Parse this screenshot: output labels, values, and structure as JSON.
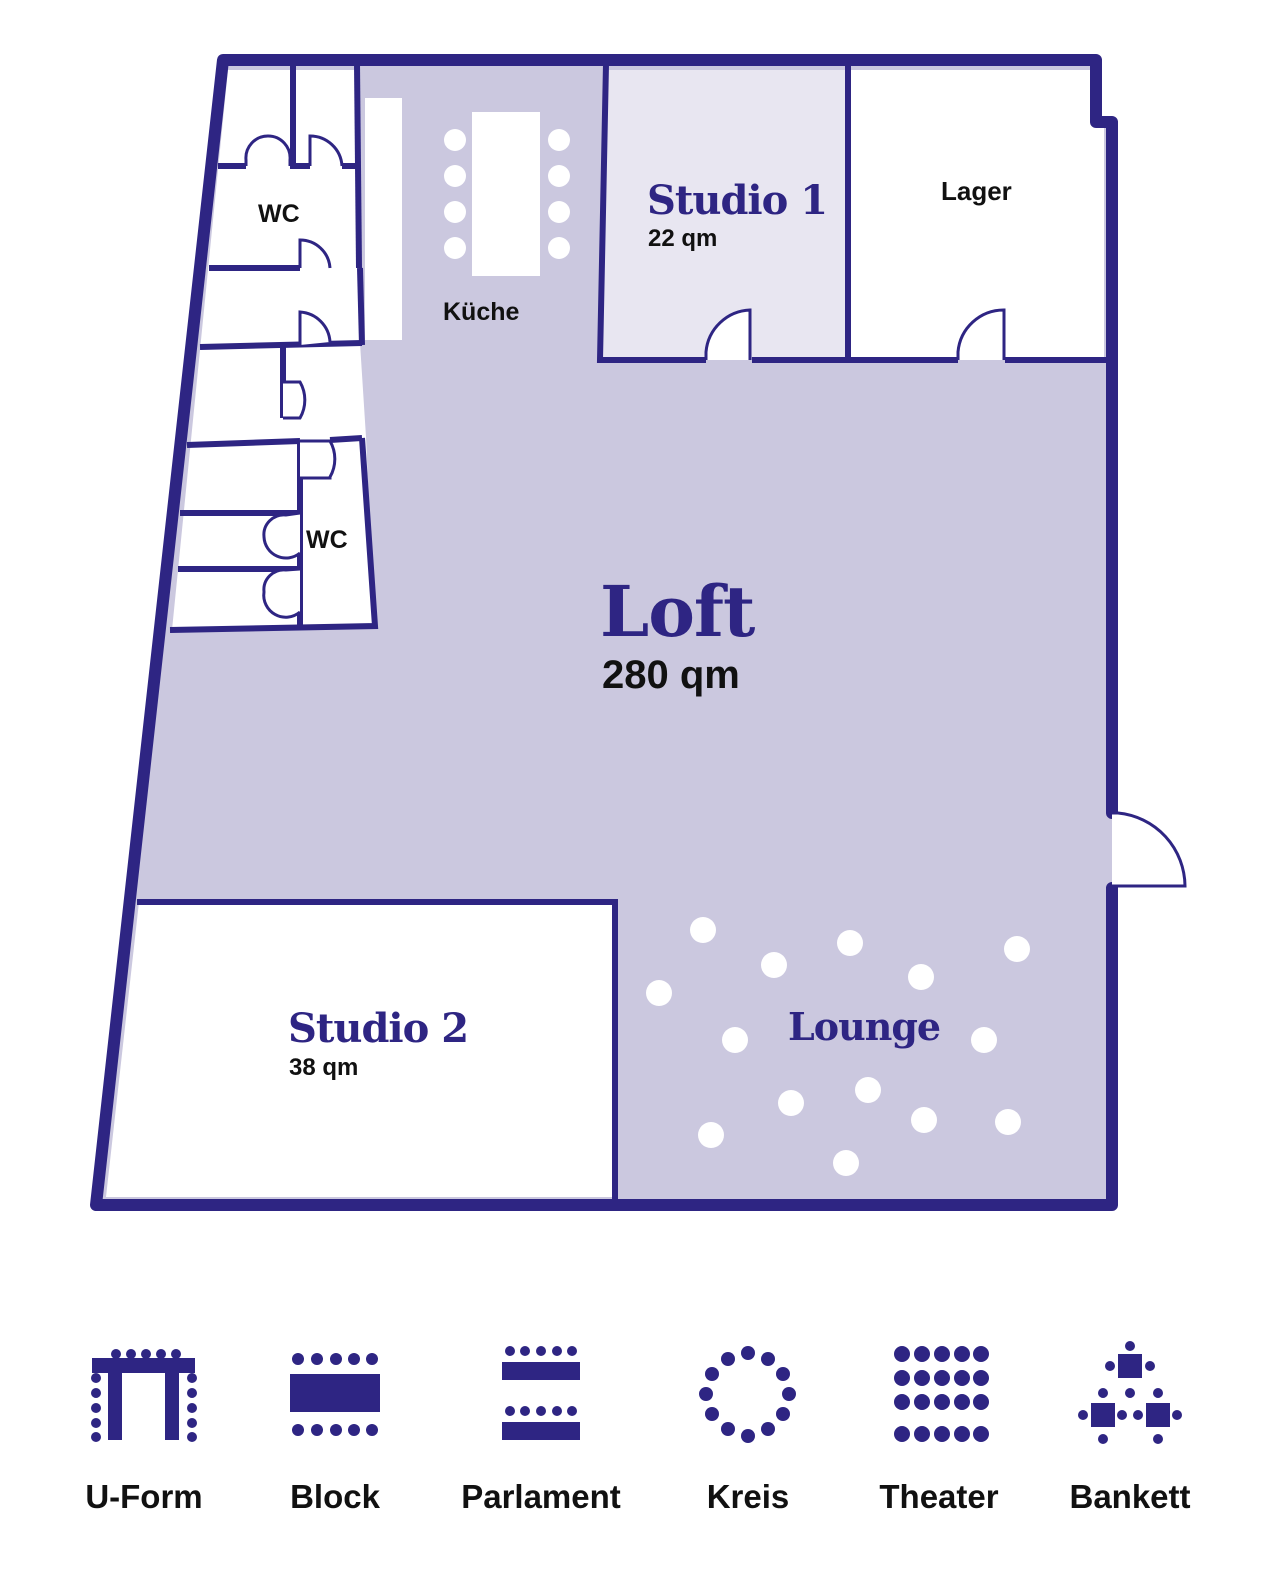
{
  "colors": {
    "wall": "#2e2583",
    "loft_fill": "#cbc8df",
    "studio1_fill": "#e8e6f1",
    "white": "#ffffff",
    "label_text": "#111111"
  },
  "rooms": {
    "loft": {
      "name": "Loft",
      "area": "280 qm"
    },
    "studio1": {
      "name": "Studio 1",
      "area": "22 qm"
    },
    "studio2": {
      "name": "Studio 2",
      "area": "38 qm"
    },
    "lager": {
      "name": "Lager"
    },
    "kueche": {
      "name": "Küche"
    },
    "wc_upper": {
      "name": "WC"
    },
    "wc_lower": {
      "name": "WC"
    },
    "lounge": {
      "name": "Lounge"
    }
  },
  "legend": [
    {
      "label": "U-Form",
      "icon": "u-form-seating-icon"
    },
    {
      "label": "Block",
      "icon": "block-seating-icon"
    },
    {
      "label": "Parlament",
      "icon": "parlament-seating-icon"
    },
    {
      "label": "Kreis",
      "icon": "kreis-seating-icon"
    },
    {
      "label": "Theater",
      "icon": "theater-seating-icon"
    },
    {
      "label": "Bankett",
      "icon": "bankett-seating-icon"
    }
  ]
}
